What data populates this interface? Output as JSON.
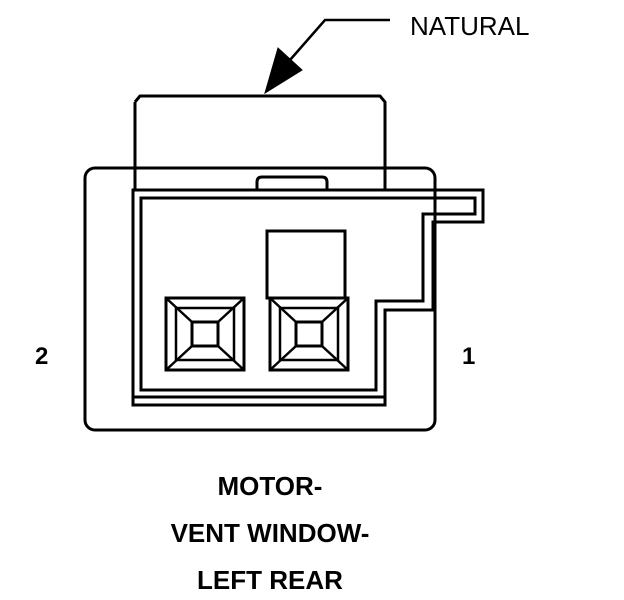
{
  "callout": {
    "label": "NATURAL"
  },
  "pins": {
    "left": "2",
    "right": "1"
  },
  "caption": {
    "line1": "MOTOR-",
    "line2": "VENT WINDOW-",
    "line3": "LEFT REAR"
  },
  "colors": {
    "stroke": "#000000",
    "background": "#ffffff"
  }
}
